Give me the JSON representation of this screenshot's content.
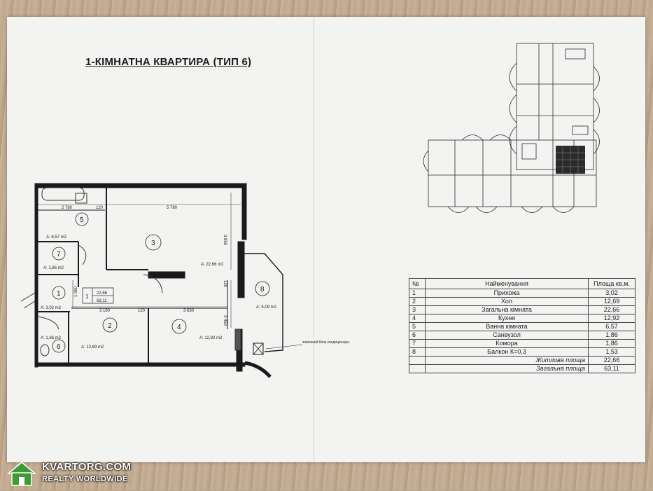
{
  "document": {
    "title": "1-КІМНАТНА КВАРТИРА (ТИП 6)"
  },
  "plan": {
    "dims": {
      "top_left": "2 780",
      "top_gap": "120",
      "top_main": "5 780",
      "mid_left": "3 160",
      "mid_gap": "120",
      "mid_right": "3 630",
      "right_upper": "3 850",
      "right_lower": "3 450",
      "right_gap": "120",
      "left_side": "1 960"
    },
    "rooms": [
      {
        "num": "1",
        "area": "A: 3,02 m2"
      },
      {
        "num": "2",
        "area": "A: 12,69 m2"
      },
      {
        "num": "3",
        "area": "A: 22,66 m2"
      },
      {
        "num": "4",
        "area": "A: 12,92 m2"
      },
      {
        "num": "5",
        "area": "A: 6,57 m2"
      },
      {
        "num": "6",
        "area": "A: 1,86 m2"
      },
      {
        "num": "7",
        "area": "A: 1,86 m2"
      },
      {
        "num": "8",
        "area": "A: 5,09 m2"
      }
    ],
    "stamp": {
      "num": "1",
      "living": "22,66",
      "total": "63,11"
    },
    "note": "зовнішній блок кондиціонера"
  },
  "legend": {
    "header": {
      "num": "№",
      "name": "Найменування",
      "area": "Площа кв.м."
    },
    "rows": [
      {
        "num": "1",
        "name": "Прихожа",
        "area": "3,02"
      },
      {
        "num": "2",
        "name": "Хол",
        "area": "12,69"
      },
      {
        "num": "3",
        "name": "Загальна кімната",
        "area": "22,66"
      },
      {
        "num": "4",
        "name": "Кухня",
        "area": "12,92"
      },
      {
        "num": "5",
        "name": "Ванна кімната",
        "area": "6,57"
      },
      {
        "num": "6",
        "name": "Санвузол",
        "area": "1,86"
      },
      {
        "num": "7",
        "name": "Комора",
        "area": "1,86"
      },
      {
        "num": "8",
        "name": "Балкон К=0,3",
        "area": "1,53"
      }
    ],
    "living_label": "Житлова площа",
    "living_value": "22,66",
    "total_label": "Загальна площа",
    "total_value": "63,11"
  },
  "watermark": {
    "site": "KVARTORG.COM",
    "tagline": "REALTY WORLDWIDE"
  },
  "colors": {
    "paper": "#f3f3f2",
    "ink": "#222222",
    "wall": "#1a1a1a",
    "logo_green": "#3f9a35"
  }
}
